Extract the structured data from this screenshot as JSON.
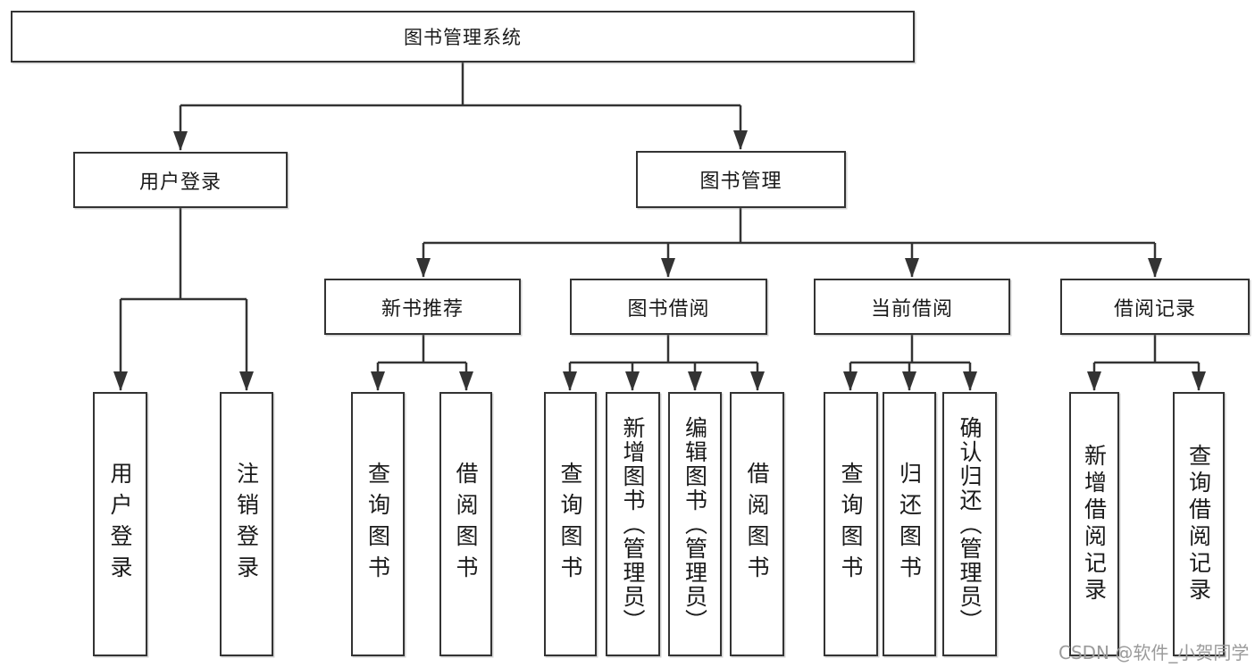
{
  "diagram": {
    "root": {
      "label": "图书管理系统"
    },
    "level2": [
      {
        "id": "user-login",
        "label": "用户登录"
      },
      {
        "id": "book-management",
        "label": "图书管理"
      }
    ],
    "level3": [
      {
        "id": "new-book-recommend",
        "label": "新书推荐"
      },
      {
        "id": "book-borrow",
        "label": "图书借阅"
      },
      {
        "id": "current-borrow",
        "label": "当前借阅"
      },
      {
        "id": "borrow-records",
        "label": "借阅记录"
      }
    ],
    "leaves": [
      {
        "id": "user-login-leaf",
        "label": "用户登录",
        "parent": "user-login"
      },
      {
        "id": "logout",
        "label": "注销登录",
        "parent": "user-login"
      },
      {
        "id": "query-books-1",
        "label": "查询图书",
        "parent": "new-book-recommend"
      },
      {
        "id": "borrow-books-1",
        "label": "借阅图书",
        "parent": "new-book-recommend"
      },
      {
        "id": "query-books-2",
        "label": "查询图书",
        "parent": "book-borrow"
      },
      {
        "id": "add-books-admin",
        "label": "新增图书（管理员）",
        "parent": "book-borrow"
      },
      {
        "id": "edit-books-admin",
        "label": "编辑图书（管理员）",
        "parent": "book-borrow"
      },
      {
        "id": "borrow-books-2",
        "label": "借阅图书",
        "parent": "book-borrow"
      },
      {
        "id": "query-books-3",
        "label": "查询图书",
        "parent": "current-borrow"
      },
      {
        "id": "return-books",
        "label": "归还图书",
        "parent": "current-borrow"
      },
      {
        "id": "confirm-return-admin",
        "label": "确认归还（管理员）",
        "parent": "current-borrow"
      },
      {
        "id": "add-borrow-record",
        "label": "新增借阅记录",
        "parent": "borrow-records"
      },
      {
        "id": "query-borrow-record",
        "label": "查询借阅记录",
        "parent": "borrow-records"
      }
    ]
  },
  "watermark": {
    "text": "CSDN @软件_小贺同学"
  },
  "colors": {
    "line": "#333333",
    "box_border": "#333333",
    "box_fill": "#ffffff",
    "text": "#1a1a1a",
    "watermark": "#9b9b9b",
    "background": "#ffffff"
  }
}
